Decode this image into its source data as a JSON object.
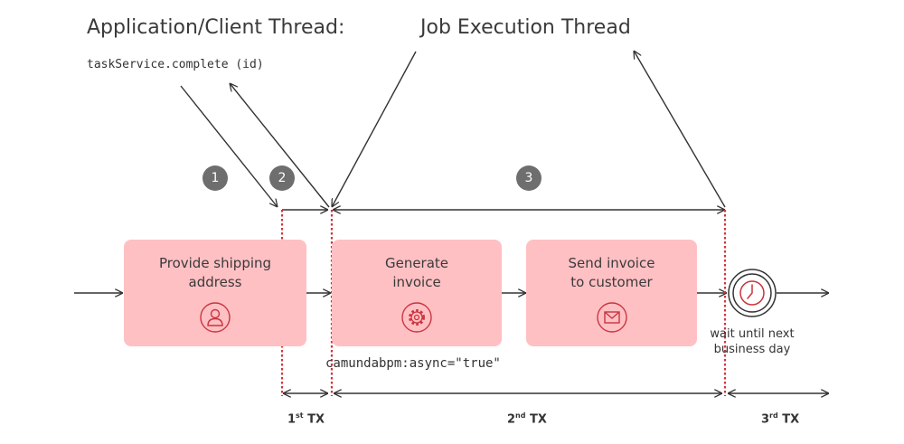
{
  "titles": {
    "client_thread": "Application/Client Thread:",
    "job_thread": "Job Execution Thread"
  },
  "code": {
    "complete_call": "taskService.complete (id)",
    "async_attr": "camundabpm:async=\"true\""
  },
  "steps": [
    "1",
    "2",
    "3"
  ],
  "tasks": [
    {
      "label": "Provide shipping\naddress",
      "icon": "user-icon"
    },
    {
      "label": "Generate\ninvoice",
      "icon": "gear-icon"
    },
    {
      "label": "Send invoice\nto customer",
      "icon": "envelope-icon"
    }
  ],
  "timer_event": {
    "label": "wait until next\nbusiness day",
    "icon": "clock-icon"
  },
  "transactions": [
    {
      "num": "1",
      "sup": "st",
      "suffix": " TX"
    },
    {
      "num": "2",
      "sup": "nd",
      "suffix": " TX"
    },
    {
      "num": "3",
      "sup": "rd",
      "suffix": " TX"
    }
  ],
  "colors": {
    "task_fill": "#ffc0c4",
    "boundary": "#d0343a",
    "icon": "#c9343c",
    "badge": "#6e6e6e",
    "line": "#333333"
  }
}
